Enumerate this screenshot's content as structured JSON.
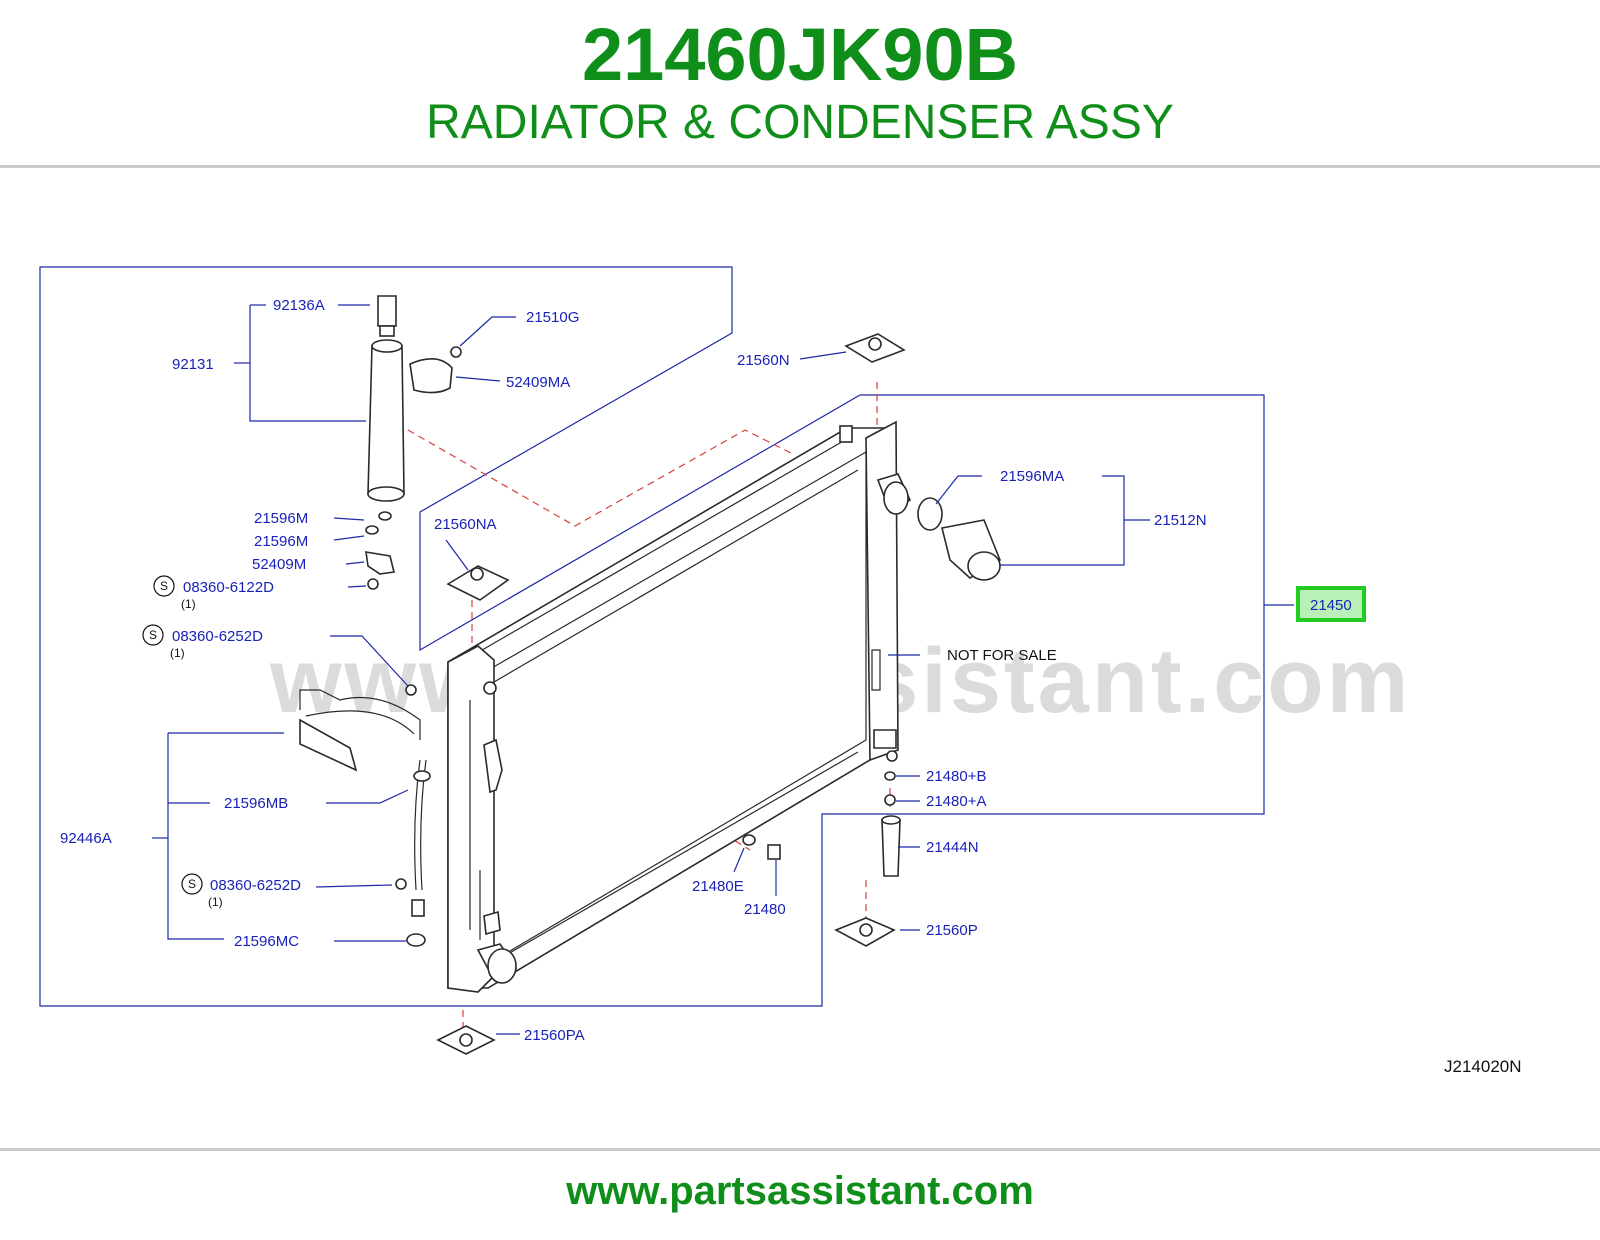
{
  "header": {
    "part_number": "21460JK90B",
    "part_name": "RADIATOR & CONDENSER ASSY"
  },
  "watermark": "www.partsassistant.com",
  "footer": {
    "website": "www.partsassistant.com"
  },
  "diagram": {
    "reference_code": "J214020N",
    "not_for_sale": "NOT  FOR  SALE",
    "highlight_color": "#22cc22",
    "labels": {
      "p92136A": "92136A",
      "p21510G": "21510G",
      "p92131": "92131",
      "p52409MA": "52409MA",
      "p21560N": "21560N",
      "p21596MA": "21596MA",
      "p21512N": "21512N",
      "p21560NA": "21560NA",
      "p21596M_1": "21596M",
      "p21596M_2": "21596M",
      "p52409M": "52409M",
      "p08360_6122D": "08360-6122D",
      "p08360_6252D_1": "08360-6252D",
      "p08360_6252D_2": "08360-6252D",
      "p21450": "21450",
      "p92446A": "92446A",
      "p21596MB": "21596MB",
      "p21480B": "21480+B",
      "p21480A": "21480+A",
      "p21444N": "21444N",
      "p21480E": "21480E",
      "p21480": "21480",
      "p21596MC": "21596MC",
      "p21560P": "21560P",
      "p21560PA": "21560PA"
    },
    "s_marker": "S",
    "qty_1": "(1)",
    "qty_2": "(1)",
    "qty_3": "(1)"
  }
}
